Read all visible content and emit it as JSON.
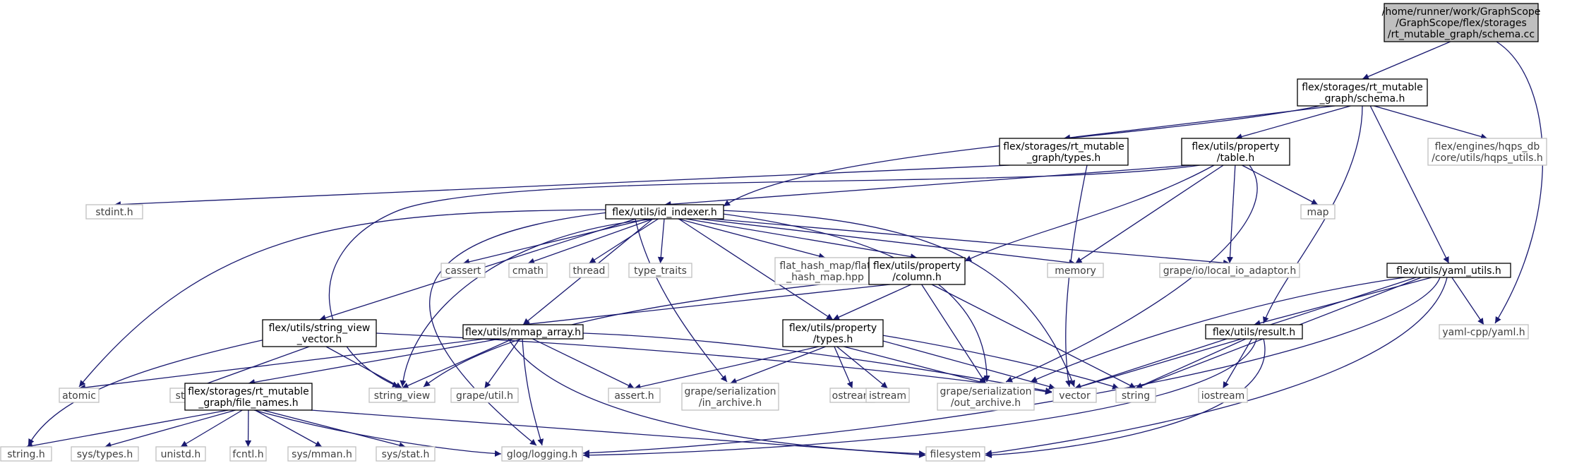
{
  "colors": {
    "edge": "#191970",
    "node_border": "#000000",
    "external_border": "#bfbfbf",
    "external_text": "#3f3f3f",
    "root_fill": "#bfbfbf",
    "node_fill": "#ffffff",
    "text": "#000000"
  },
  "nodes": [
    {
      "id": "root",
      "kind": "root",
      "lines": [
        "/home/runner/work/GraphScope",
        "/GraphScope/flex/storages",
        "/rt_mutable_graph/schema.cc"
      ]
    },
    {
      "id": "schema_h",
      "kind": "internal",
      "lines": [
        "flex/storages/rt_mutable",
        "_graph/schema.h"
      ]
    },
    {
      "id": "hqps_utils",
      "kind": "external",
      "lines": [
        "flex/engines/hqps_db",
        "/core/utils/hqps_utils.h"
      ]
    },
    {
      "id": "types_h",
      "kind": "internal",
      "lines": [
        "flex/storages/rt_mutable",
        "_graph/types.h"
      ]
    },
    {
      "id": "table_h",
      "kind": "internal",
      "lines": [
        "flex/utils/property",
        "/table.h"
      ]
    },
    {
      "id": "stdint",
      "kind": "external",
      "lines": [
        "stdint.h"
      ]
    },
    {
      "id": "map",
      "kind": "external",
      "lines": [
        "map"
      ]
    },
    {
      "id": "id_indexer",
      "kind": "internal",
      "lines": [
        "flex/utils/id_indexer.h"
      ]
    },
    {
      "id": "cassert",
      "kind": "external",
      "lines": [
        "cassert"
      ]
    },
    {
      "id": "cmath",
      "kind": "external",
      "lines": [
        "cmath"
      ]
    },
    {
      "id": "thread",
      "kind": "external",
      "lines": [
        "thread"
      ]
    },
    {
      "id": "type_traits",
      "kind": "external",
      "lines": [
        "type_traits"
      ]
    },
    {
      "id": "flat_hash",
      "kind": "external",
      "lines": [
        "flat_hash_map/flat",
        "_hash_map.hpp"
      ]
    },
    {
      "id": "column_h",
      "kind": "internal",
      "lines": [
        "flex/utils/property",
        "/column.h"
      ]
    },
    {
      "id": "memory",
      "kind": "external",
      "lines": [
        "memory"
      ]
    },
    {
      "id": "local_io",
      "kind": "external",
      "lines": [
        "grape/io/local_io_adaptor.h"
      ]
    },
    {
      "id": "yaml_utils",
      "kind": "internal",
      "lines": [
        "flex/utils/yaml_utils.h"
      ]
    },
    {
      "id": "yaml_cpp",
      "kind": "external",
      "lines": [
        "yaml-cpp/yaml.h"
      ]
    },
    {
      "id": "svv",
      "kind": "internal",
      "lines": [
        "flex/utils/string_view",
        "_vector.h"
      ]
    },
    {
      "id": "mmap",
      "kind": "internal",
      "lines": [
        "flex/utils/mmap_array.h"
      ]
    },
    {
      "id": "ptypes",
      "kind": "internal",
      "lines": [
        "flex/utils/property",
        "/types.h"
      ]
    },
    {
      "id": "result_h",
      "kind": "internal",
      "lines": [
        "flex/utils/result.h"
      ]
    },
    {
      "id": "atomic",
      "kind": "external",
      "lines": [
        "atomic"
      ]
    },
    {
      "id": "stdlib",
      "kind": "external",
      "lines": [
        "stdlib.h"
      ]
    },
    {
      "id": "file_names",
      "kind": "internal",
      "lines": [
        "flex/storages/rt_mutable",
        "_graph/file_names.h"
      ]
    },
    {
      "id": "string_view",
      "kind": "external",
      "lines": [
        "string_view"
      ]
    },
    {
      "id": "grape_util",
      "kind": "external",
      "lines": [
        "grape/util.h"
      ]
    },
    {
      "id": "assert_h",
      "kind": "external",
      "lines": [
        "assert.h"
      ]
    },
    {
      "id": "in_archive",
      "kind": "external",
      "lines": [
        "grape/serialization",
        "/in_archive.h"
      ]
    },
    {
      "id": "ostream",
      "kind": "external",
      "lines": [
        "ostream"
      ]
    },
    {
      "id": "istream",
      "kind": "external",
      "lines": [
        "istream"
      ]
    },
    {
      "id": "out_archive",
      "kind": "external",
      "lines": [
        "grape/serialization",
        "/out_archive.h"
      ]
    },
    {
      "id": "vector",
      "kind": "external",
      "lines": [
        "vector"
      ]
    },
    {
      "id": "string",
      "kind": "external",
      "lines": [
        "string"
      ]
    },
    {
      "id": "iostream",
      "kind": "external",
      "lines": [
        "iostream"
      ]
    },
    {
      "id": "string_h",
      "kind": "external",
      "lines": [
        "string.h"
      ]
    },
    {
      "id": "sys_types",
      "kind": "external",
      "lines": [
        "sys/types.h"
      ]
    },
    {
      "id": "unistd",
      "kind": "external",
      "lines": [
        "unistd.h"
      ]
    },
    {
      "id": "fcntl",
      "kind": "external",
      "lines": [
        "fcntl.h"
      ]
    },
    {
      "id": "sys_mman",
      "kind": "external",
      "lines": [
        "sys/mman.h"
      ]
    },
    {
      "id": "sys_stat",
      "kind": "external",
      "lines": [
        "sys/stat.h"
      ]
    },
    {
      "id": "glog",
      "kind": "external",
      "lines": [
        "glog/logging.h"
      ]
    },
    {
      "id": "filesystem",
      "kind": "external",
      "lines": [
        "filesystem"
      ]
    }
  ],
  "edges": [
    [
      "root",
      "schema_h"
    ],
    [
      "root",
      "yaml_cpp"
    ],
    [
      "schema_h",
      "types_h"
    ],
    [
      "schema_h",
      "table_h"
    ],
    [
      "schema_h",
      "hqps_utils"
    ],
    [
      "schema_h",
      "id_indexer"
    ],
    [
      "schema_h",
      "yaml_utils"
    ],
    [
      "schema_h",
      "result_h"
    ],
    [
      "types_h",
      "stdint"
    ],
    [
      "types_h",
      "iostream"
    ],
    [
      "table_h",
      "id_indexer"
    ],
    [
      "table_h",
      "map"
    ],
    [
      "table_h",
      "memory"
    ],
    [
      "table_h",
      "local_io"
    ],
    [
      "table_h",
      "column_h"
    ],
    [
      "table_h",
      "string_view"
    ],
    [
      "table_h",
      "out_archive"
    ],
    [
      "id_indexer",
      "cassert"
    ],
    [
      "id_indexer",
      "cmath"
    ],
    [
      "id_indexer",
      "thread"
    ],
    [
      "id_indexer",
      "type_traits"
    ],
    [
      "id_indexer",
      "flat_hash"
    ],
    [
      "id_indexer",
      "column_h"
    ],
    [
      "id_indexer",
      "memory"
    ],
    [
      "id_indexer",
      "local_io"
    ],
    [
      "id_indexer",
      "atomic"
    ],
    [
      "id_indexer",
      "svv"
    ],
    [
      "id_indexer",
      "mmap"
    ],
    [
      "id_indexer",
      "ptypes"
    ],
    [
      "id_indexer",
      "string_view"
    ],
    [
      "id_indexer",
      "in_archive"
    ],
    [
      "id_indexer",
      "out_archive"
    ],
    [
      "id_indexer",
      "vector"
    ],
    [
      "id_indexer",
      "glog"
    ],
    [
      "column_h",
      "mmap"
    ],
    [
      "column_h",
      "ptypes"
    ],
    [
      "column_h",
      "string_view"
    ],
    [
      "column_h",
      "out_archive"
    ],
    [
      "column_h",
      "string"
    ],
    [
      "yaml_utils",
      "yaml_cpp"
    ],
    [
      "yaml_utils",
      "result_h"
    ],
    [
      "yaml_utils",
      "vector"
    ],
    [
      "yaml_utils",
      "string"
    ],
    [
      "yaml_utils",
      "out_archive"
    ],
    [
      "yaml_utils",
      "glog"
    ],
    [
      "yaml_utils",
      "filesystem"
    ],
    [
      "svv",
      "string_view"
    ],
    [
      "svv",
      "vector"
    ],
    [
      "svv",
      "stdlib"
    ],
    [
      "svv",
      "string_h"
    ],
    [
      "mmap",
      "atomic"
    ],
    [
      "mmap",
      "file_names"
    ],
    [
      "mmap",
      "string_view"
    ],
    [
      "mmap",
      "grape_util"
    ],
    [
      "mmap",
      "assert_h"
    ],
    [
      "mmap",
      "glog"
    ],
    [
      "mmap",
      "filesystem"
    ],
    [
      "mmap",
      "vector"
    ],
    [
      "ptypes",
      "assert_h"
    ],
    [
      "ptypes",
      "in_archive"
    ],
    [
      "ptypes",
      "ostream"
    ],
    [
      "ptypes",
      "istream"
    ],
    [
      "ptypes",
      "out_archive"
    ],
    [
      "ptypes",
      "vector"
    ],
    [
      "ptypes",
      "string"
    ],
    [
      "result_h",
      "vector"
    ],
    [
      "result_h",
      "string"
    ],
    [
      "result_h",
      "iostream"
    ],
    [
      "result_h",
      "glog"
    ],
    [
      "result_h",
      "filesystem"
    ],
    [
      "file_names",
      "string_h"
    ],
    [
      "file_names",
      "sys_types"
    ],
    [
      "file_names",
      "unistd"
    ],
    [
      "file_names",
      "fcntl"
    ],
    [
      "file_names",
      "sys_mman"
    ],
    [
      "file_names",
      "sys_stat"
    ],
    [
      "file_names",
      "glog"
    ],
    [
      "file_names",
      "filesystem"
    ]
  ]
}
